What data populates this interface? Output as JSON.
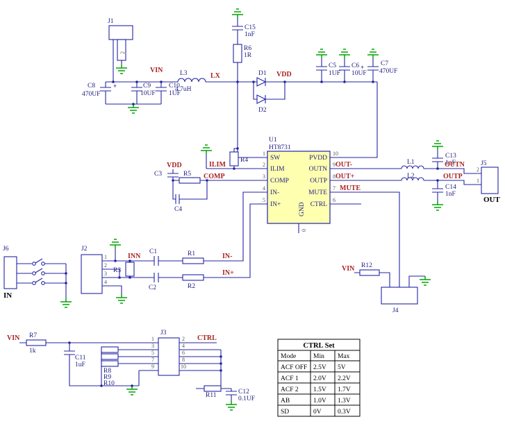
{
  "colors": {
    "wire": "#2323a6",
    "net": "#aa2222",
    "ground": "#00a400",
    "ic_fill": "#ffffb0",
    "text": "#1a1a80",
    "pin_num": "#555555",
    "table_text": "#000000"
  },
  "ic": {
    "ref": "U1",
    "part": "HT8731",
    "left_pins": [
      {
        "num": "1",
        "name": "SW"
      },
      {
        "num": "2",
        "name": "ILIM"
      },
      {
        "num": "3",
        "name": "COMP"
      },
      {
        "num": "4",
        "name": "IN-"
      },
      {
        "num": "5",
        "name": "IN+"
      }
    ],
    "right_pins": [
      {
        "num": "10",
        "name": "PVDD"
      },
      {
        "num": "9",
        "name": "OUTN"
      },
      {
        "num": "8",
        "name": "OUTP"
      },
      {
        "num": "7",
        "name": "MUTE"
      },
      {
        "num": "6",
        "name": "CTRL"
      }
    ],
    "gnd_pin": {
      "num": "0",
      "name": "GND"
    }
  },
  "nets": {
    "vin": "VIN",
    "lx": "LX",
    "vdd": "VDD",
    "ilim": "ILIM",
    "comp": "COMP",
    "inn": "INN",
    "in_neg": "IN-",
    "in_pos": "IN+",
    "out_neg": "OUT-",
    "out_pos": "OUT+",
    "mute": "MUTE",
    "outn": "OUTN",
    "outp": "OUTP",
    "ctrl": "CTRL"
  },
  "components": {
    "c1": {
      "ref": "C1"
    },
    "c2": {
      "ref": "C2"
    },
    "c3": {
      "ref": "C3"
    },
    "c4": {
      "ref": "C4"
    },
    "c5": {
      "ref": "C5",
      "value": "1UF"
    },
    "c6": {
      "ref": "C6",
      "value": "10UF"
    },
    "c7": {
      "ref": "C7",
      "value": "470UF",
      "plus": "+"
    },
    "c8": {
      "ref": "C8",
      "value": "470UF",
      "plus": "+"
    },
    "c9": {
      "ref": "C9",
      "value": "10UF"
    },
    "c10": {
      "ref": "C10",
      "value": "1UF"
    },
    "c11": {
      "ref": "C11",
      "value": "1uF"
    },
    "c12": {
      "ref": "C12",
      "value": "0.1UF"
    },
    "c13": {
      "ref": "C13",
      "value": "1nF"
    },
    "c14": {
      "ref": "C14",
      "value": "1nF"
    },
    "c15": {
      "ref": "C15",
      "value": "1nF"
    },
    "r1": {
      "ref": "R1"
    },
    "r2": {
      "ref": "R2"
    },
    "r3": {
      "ref": "R3"
    },
    "r4": {
      "ref": "R4"
    },
    "r5": {
      "ref": "R5"
    },
    "r6": {
      "ref": "R6",
      "value": "1R"
    },
    "r7": {
      "ref": "R7",
      "value": "1k"
    },
    "r8": {
      "ref": "R8"
    },
    "r9": {
      "ref": "R9"
    },
    "r10": {
      "ref": "R10"
    },
    "r11": {
      "ref": "R11"
    },
    "r12": {
      "ref": "R12"
    },
    "l1": {
      "ref": "L1"
    },
    "l2": {
      "ref": "L2"
    },
    "l3": {
      "ref": "L3",
      "value": "4.7uH"
    },
    "d1": {
      "ref": "D1"
    },
    "d2": {
      "ref": "D2"
    }
  },
  "connectors": {
    "j1": {
      "ref": "J1",
      "pin": "2"
    },
    "j2": {
      "ref": "J2",
      "pins": [
        "1",
        "2",
        "3",
        "4"
      ]
    },
    "j3": {
      "ref": "J3",
      "left_pins": [
        "1",
        "3",
        "5",
        "7",
        "9"
      ],
      "right_pins": [
        "2",
        "4",
        "6",
        "8",
        "10"
      ]
    },
    "j4": {
      "ref": "J4"
    },
    "j5": {
      "ref": "J5",
      "pins": [
        "2",
        "1"
      ],
      "port": "OUT"
    },
    "j6": {
      "ref": "J6",
      "port": "IN"
    }
  },
  "table": {
    "title": "CTRL Set",
    "headers": [
      "Mode",
      "Min",
      "Max"
    ],
    "rows": [
      [
        "ACF OFF",
        "2.5V",
        "5V"
      ],
      [
        "ACF 1",
        "2.0V",
        "2.2V"
      ],
      [
        "ACF 2",
        "1.5V",
        "1.7V"
      ],
      [
        "AB",
        "1.0V",
        "1.3V"
      ],
      [
        "SD",
        "0V",
        "0.3V"
      ]
    ]
  }
}
